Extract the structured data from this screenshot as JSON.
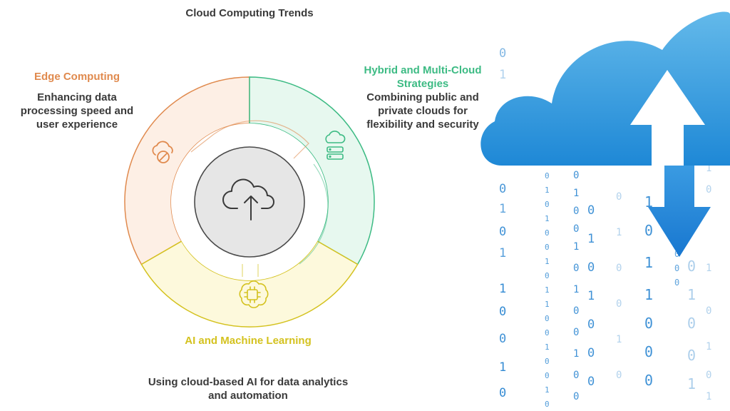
{
  "title": "Cloud Computing Trends",
  "segments": [
    {
      "id": "edge",
      "title": "Edge Computing",
      "description": "Enhancing data processing speed and user experience",
      "color": "#e08a4e",
      "fill": "#fdefe5",
      "icon": "cloud-block-icon"
    },
    {
      "id": "hybrid",
      "title": "Hybrid and Multi-Cloud Strategies",
      "description": "Combining public and private clouds for flexibility and security",
      "color": "#3dbb84",
      "fill": "#e7f8ef",
      "icon": "server-stack-icon"
    },
    {
      "id": "ai",
      "title": "AI and Machine Learning",
      "description": "Using cloud-based AI for data analytics and automation",
      "color": "#d4c21f",
      "fill": "#fdf9dc",
      "icon": "ai-chip-icon"
    }
  ],
  "center": {
    "icon": "cloud-upload-icon"
  },
  "illustration": {
    "icon": "cloud-data-stream-icon"
  }
}
